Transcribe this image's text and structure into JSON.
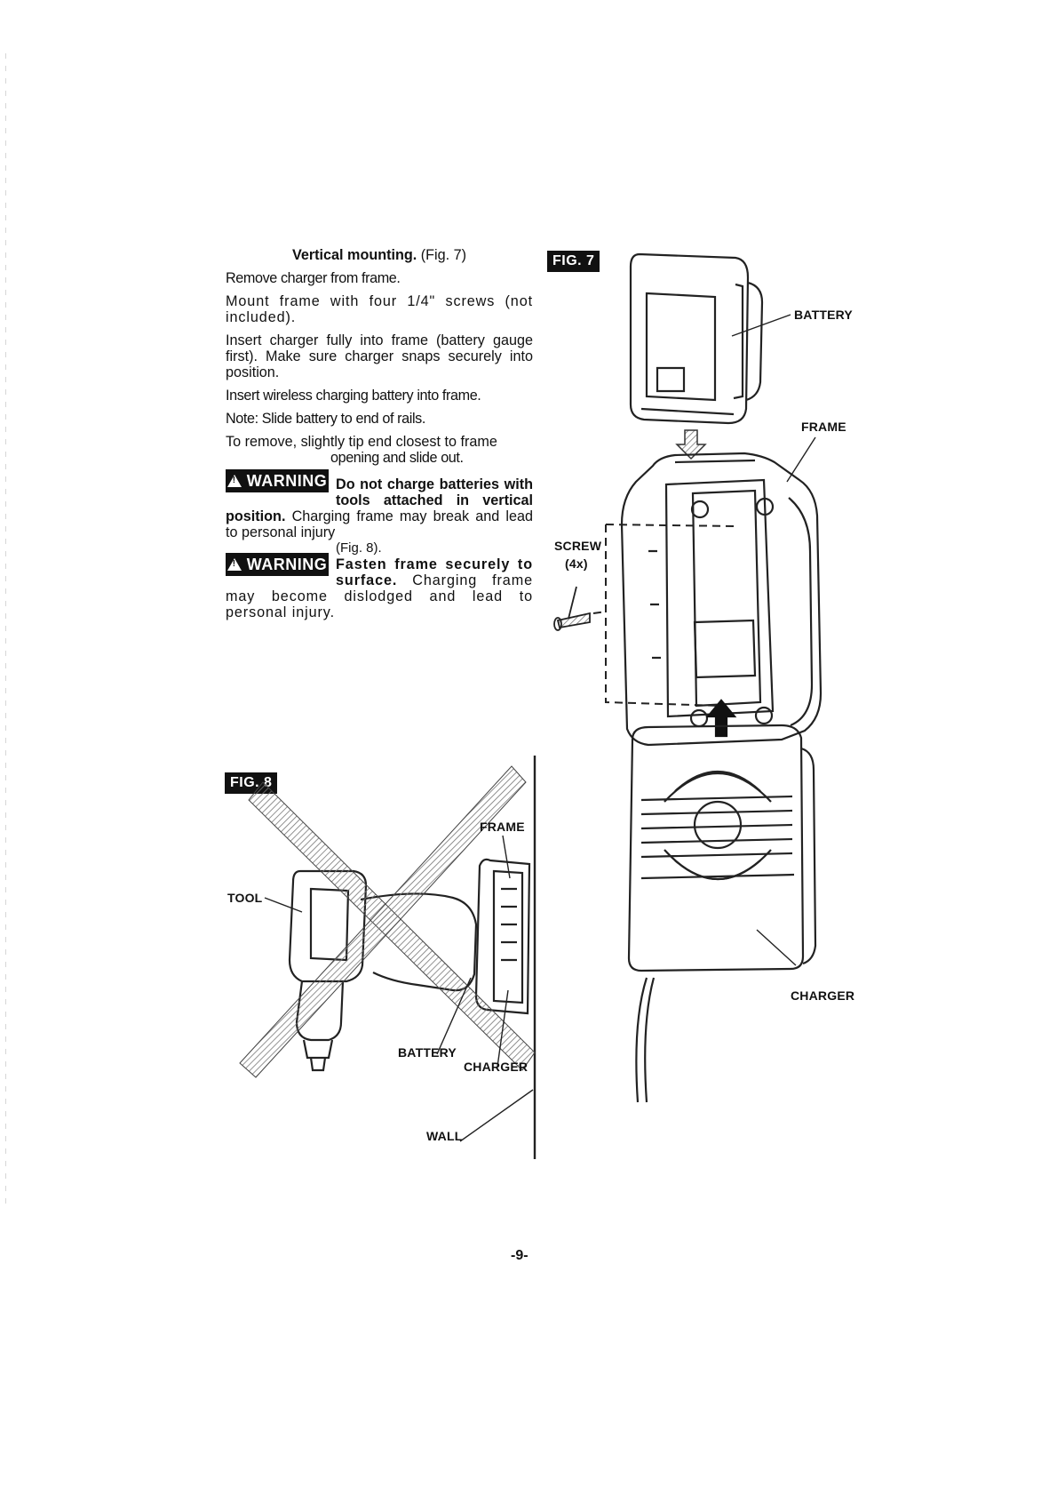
{
  "text": {
    "heading_bold": "Vertical mounting.",
    "heading_ref": " (Fig. 7)",
    "p1": "Remove charger from frame.",
    "p2": "Mount frame with four 1/4\" screws (not included).",
    "p3": "Insert charger fully into frame (battery gauge first). Make sure charger snaps securely into position.",
    "p4": "Insert wireless charging battery into frame.",
    "p5": "Note: Slide battery to end of rails.",
    "p6a": "To remove, slightly tip end closest to frame",
    "p6b": "opening and slide out.",
    "warning1_badge": "WARNING",
    "warning1_bold": "Do not charge batteries with tools attached in vertical position.",
    "warning1_rest": " Charging frame may break and lead to personal injury",
    "warning1_ref": "(Fig. 8).",
    "warning2_badge": "WARNING",
    "warning2_bold": "Fasten frame securely to surface.",
    "warning2_rest": " Charging frame may become dislodged and lead to personal injury."
  },
  "fig7": {
    "label": "FIG. 7",
    "battery": "BATTERY",
    "frame": "FRAME",
    "screw": "SCREW",
    "screw_count": "(4x)",
    "charger": "CHARGER"
  },
  "fig8": {
    "label": "FIG. 8",
    "frame": "FRAME",
    "tool": "TOOL",
    "battery": "BATTERY",
    "charger": "CHARGER",
    "wall": "WALL"
  },
  "page_number": "-9-",
  "icons": {
    "warning": "warning-triangle-icon",
    "arrow_down": "arrow-down-icon",
    "arrow_up": "arrow-up-icon",
    "screw": "screw-icon"
  }
}
